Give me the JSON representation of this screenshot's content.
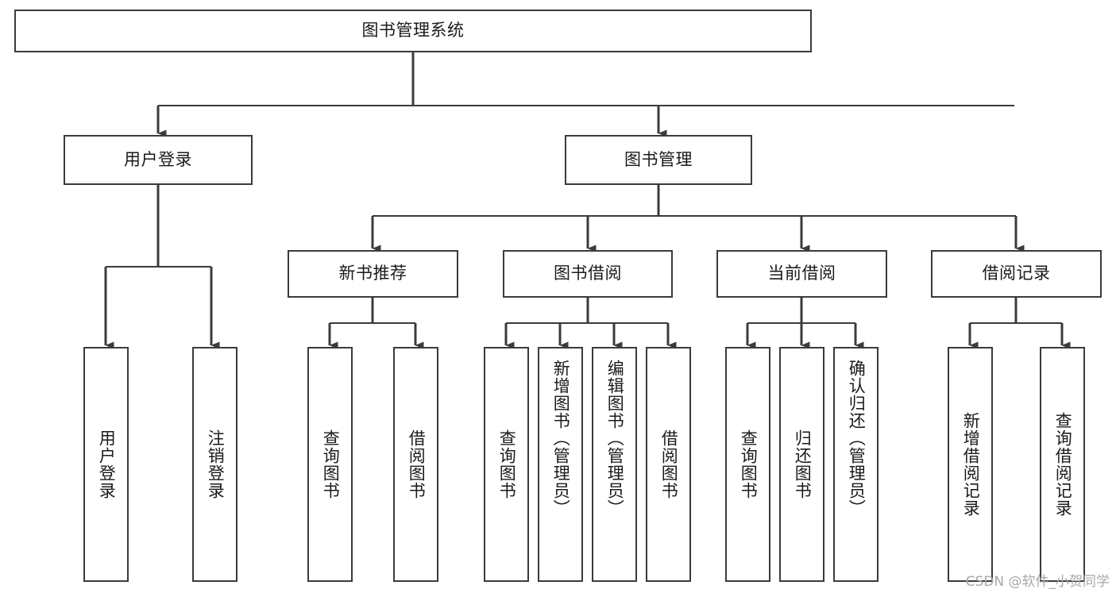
{
  "diagram": {
    "type": "tree-hierarchy-diagram",
    "title": "图书管理系统",
    "watermark": "CSDN @软件_小贺同学",
    "style": {
      "box_border_color": "#3b3b3b",
      "box_fill_color": "#ffffff",
      "connector_color": "#3b3b3b",
      "background_color": "#ffffff",
      "text_color": "#1a1a1a"
    },
    "root": {
      "label": "图书管理系统",
      "level": 0
    },
    "level1": [
      {
        "label": "用户登录"
      },
      {
        "label": "图书管理"
      }
    ],
    "level2": [
      {
        "label": "新书推荐",
        "parent": "图书管理"
      },
      {
        "label": "图书借阅",
        "parent": "图书管理"
      },
      {
        "label": "当前借阅",
        "parent": "图书管理"
      },
      {
        "label": "借阅记录",
        "parent": "图书管理"
      }
    ],
    "leaves": {
      "user_login": [
        {
          "label": "用户登录"
        },
        {
          "label": "注销登录"
        }
      ],
      "new_book_recommend": [
        {
          "label": "查询图书"
        },
        {
          "label": "借阅图书"
        }
      ],
      "book_borrow": [
        {
          "label": "查询图书"
        },
        {
          "label": "新增图书（管理员）"
        },
        {
          "label": "编辑图书（管理员）"
        },
        {
          "label": "借阅图书"
        }
      ],
      "current_borrow": [
        {
          "label": "查询图书"
        },
        {
          "label": "归还图书"
        },
        {
          "label": "确认归还（管理员）"
        }
      ],
      "borrow_record": [
        {
          "label": "新增借阅记录"
        },
        {
          "label": "查询借阅记录"
        }
      ]
    }
  }
}
